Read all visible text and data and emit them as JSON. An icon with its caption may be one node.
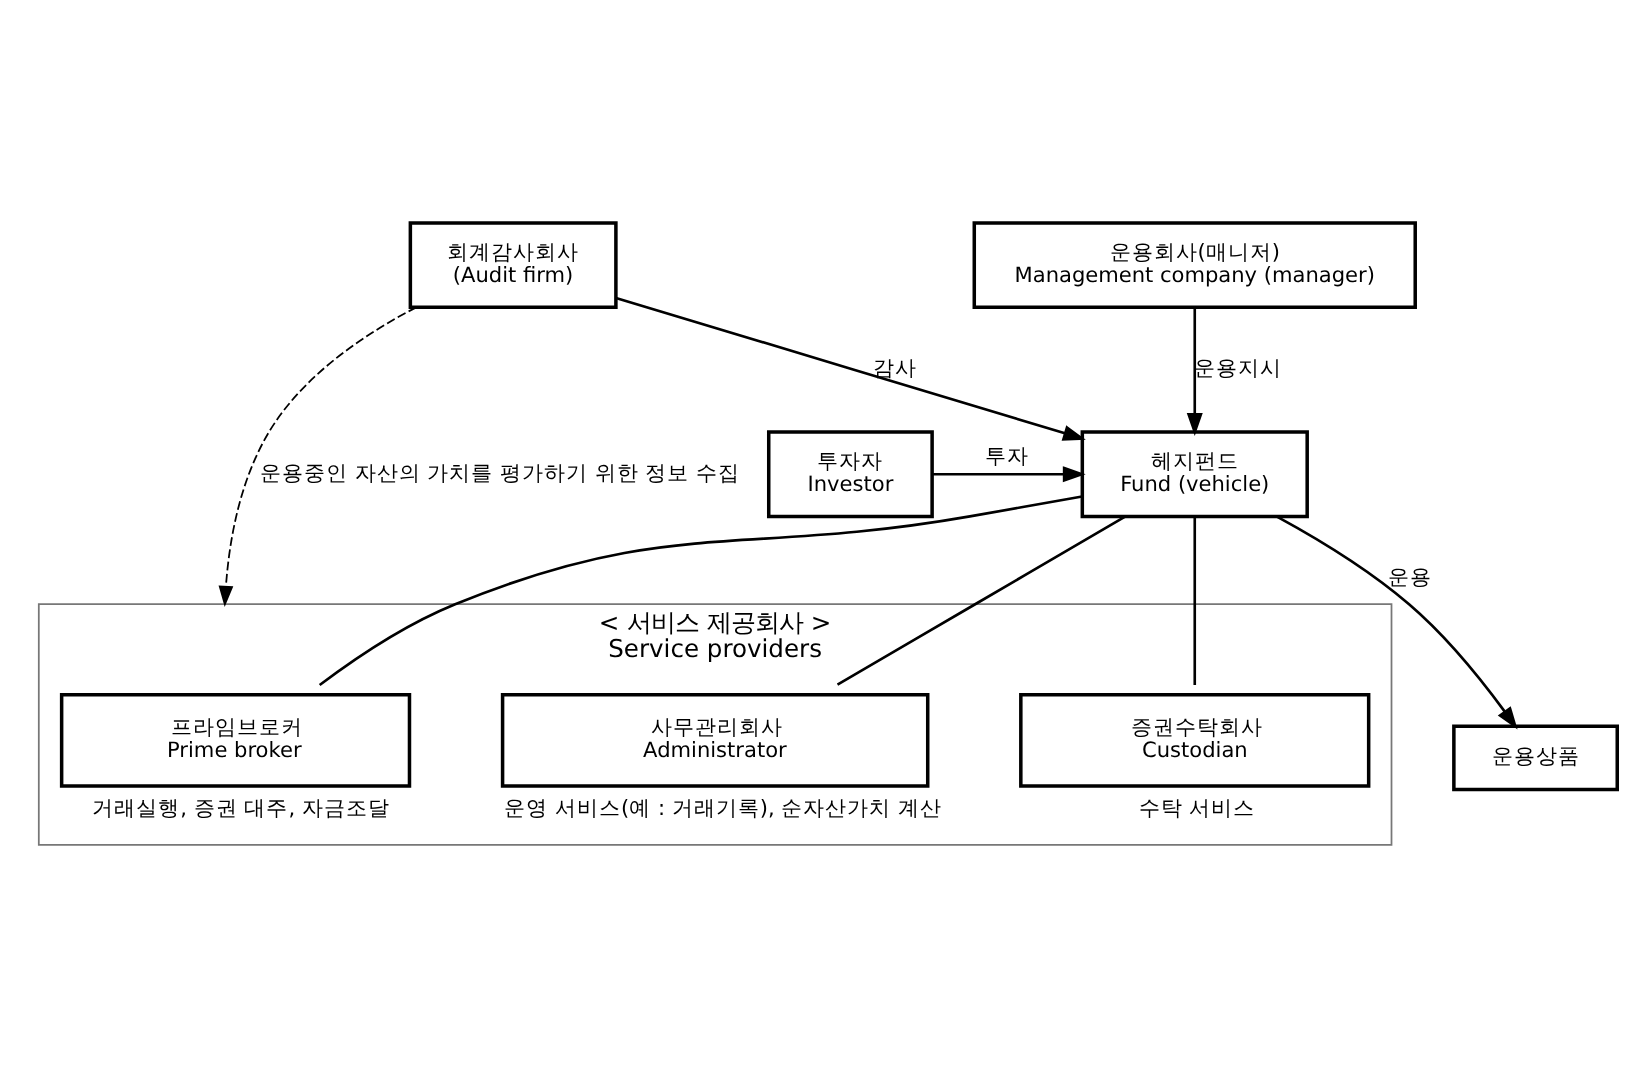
{
  "diagram": {
    "nodes": [
      {
        "text": [
          "회계감사회사",
          "(Audit firm)"
        ]
      },
      {
        "text": [
          "운용회사(매니저)",
          "Management company (manager)"
        ]
      },
      {
        "text": [
          "투자자",
          "Investor"
        ]
      },
      {
        "text": [
          "헤지펀드",
          "Fund (vehicle)"
        ]
      },
      {
        "text": [
          "운용상품"
        ]
      },
      {
        "text": [
          "< 서비스 제공회사 >",
          "Service providers"
        ]
      },
      {
        "text": [
          "프라임브로커",
          "Prime broker"
        ],
        "in": 5,
        "beside": [
          "거래실행, 증권 대주, 자금조달"
        ]
      },
      {
        "text": [
          "사무관리회사",
          "Administrator"
        ],
        "in": 5,
        "beside": [
          "운영 서비스(예 : 거래기록), 순자산가치 계산"
        ]
      },
      {
        "text": [
          "증권수탁회사",
          "Custodian"
        ],
        "in": 5,
        "beside": [
          "수탁 서비스"
        ]
      }
    ],
    "edges": [
      {
        "from": 0,
        "to": 5,
        "arrow": "to",
        "label": "운용중인 자산의 가치를 평가하기 위한 정보 수집",
        "style": "dashed"
      },
      {
        "from": 0,
        "to": 3,
        "arrow": "to",
        "label": "감사"
      },
      {
        "from": 1,
        "to": 3,
        "arrow": "to",
        "label": "운용지시"
      },
      {
        "from": 2,
        "to": 3,
        "arrow": "to",
        "label": "투자"
      },
      {
        "from": 3,
        "to": 4,
        "arrow": "to",
        "label": "운용"
      },
      {
        "from": 3,
        "to": 6,
        "arrow": "none"
      },
      {
        "from": 3,
        "to": 7,
        "arrow": "none"
      },
      {
        "from": 3,
        "to": 8,
        "arrow": "none"
      }
    ]
  }
}
